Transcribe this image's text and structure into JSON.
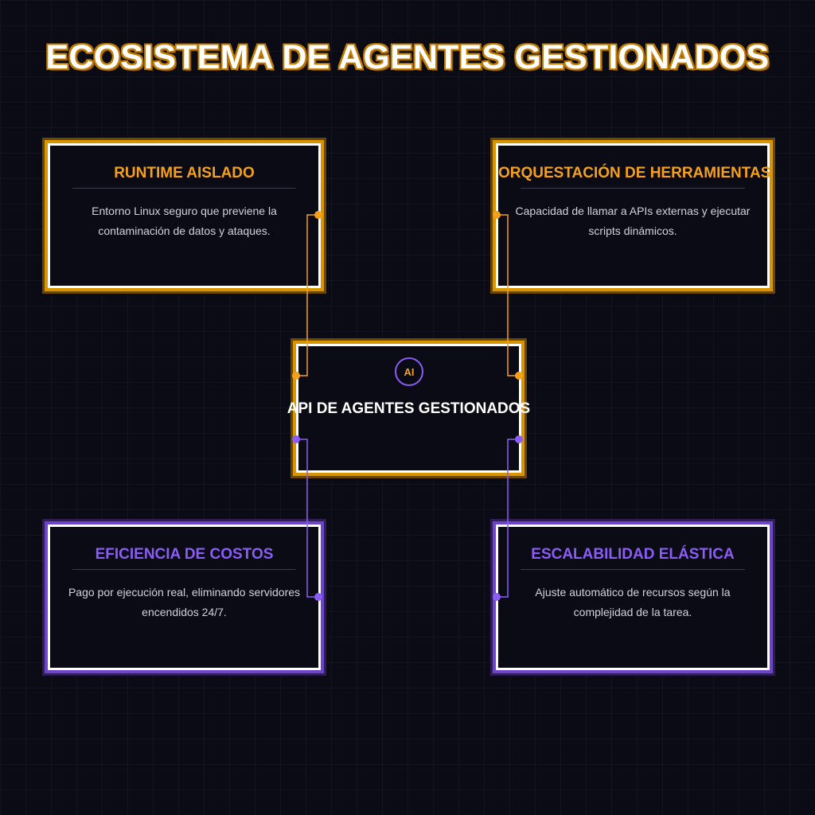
{
  "title": "ECOSISTEMA DE AGENTES GESTIONADOS",
  "colors": {
    "background": "#0b0b16",
    "orange": "#f5a01a",
    "purple": "#8b5cf6",
    "text": "#d2d2dc"
  },
  "center": {
    "icon_label": "AI",
    "title": "API DE AGENTES GESTIONADOS"
  },
  "cards": [
    {
      "title": "RUNTIME AISLADO",
      "description": "Entorno Linux seguro que previene la contaminación de datos y ataques.",
      "accent": "orange"
    },
    {
      "title": "ORQUESTACIÓN DE HERRAMIENTAS",
      "description": "Capacidad de llamar a APIs externas y ejecutar scripts dinámicos.",
      "accent": "orange"
    },
    {
      "title": "EFICIENCIA DE COSTOS",
      "description": "Pago por ejecución real, eliminando servidores encendidos 24/7.",
      "accent": "purple"
    },
    {
      "title": "ESCALABILIDAD ELÁSTICA",
      "description": "Ajuste automático de recursos según la complejidad de la tarea.",
      "accent": "purple"
    }
  ]
}
